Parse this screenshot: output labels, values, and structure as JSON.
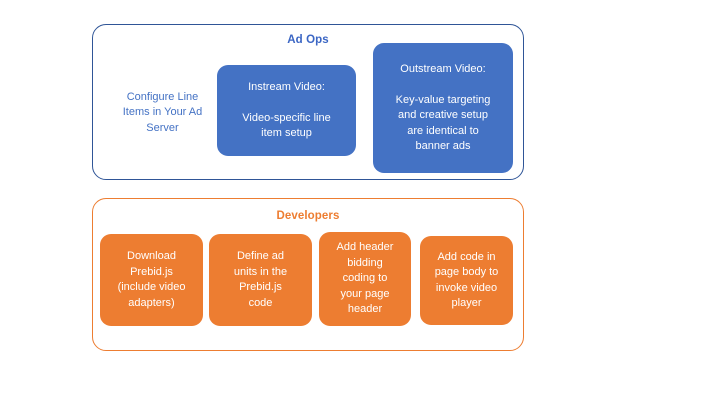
{
  "diagram": {
    "title_colors": {
      "ad_ops": "#3B66C4",
      "developers": "#ED7D31",
      "blue_fill": "#4472C4",
      "orange_fill": "#ED7D31",
      "blue_border": "#2F5597",
      "orange_border": "#ED7D31"
    },
    "groups": [
      {
        "id": "ad-ops",
        "title": "Ad Ops",
        "nodes": [
          {
            "id": "configure-line-items",
            "style": "plain-blue-text",
            "lines": [
              "Configure Line",
              "Items in Your Ad",
              "Server"
            ]
          },
          {
            "id": "instream-video",
            "style": "blue-card",
            "lines": [
              "Instream Video:",
              "",
              "Video-specific line",
              "item setup"
            ]
          },
          {
            "id": "outstream-video",
            "style": "blue-card",
            "lines": [
              "Outstream Video:",
              "",
              "Key-value targeting",
              "and creative setup",
              "are identical to",
              "banner ads"
            ]
          }
        ]
      },
      {
        "id": "developers",
        "title": "Developers",
        "nodes": [
          {
            "id": "download-prebid",
            "style": "orange-card",
            "lines": [
              "Download",
              "Prebid.js",
              "(include video",
              "adapters)"
            ]
          },
          {
            "id": "define-ad-units",
            "style": "orange-card",
            "lines": [
              "Define ad",
              "units in the",
              "Prebid.js",
              "code"
            ]
          },
          {
            "id": "add-header-bidding",
            "style": "orange-card",
            "lines": [
              "Add header",
              "bidding",
              "coding to",
              "your page",
              "header"
            ]
          },
          {
            "id": "add-code-page-body",
            "style": "orange-card",
            "lines": [
              "Add code in",
              "page body to",
              "invoke video",
              "player"
            ]
          }
        ]
      }
    ]
  }
}
